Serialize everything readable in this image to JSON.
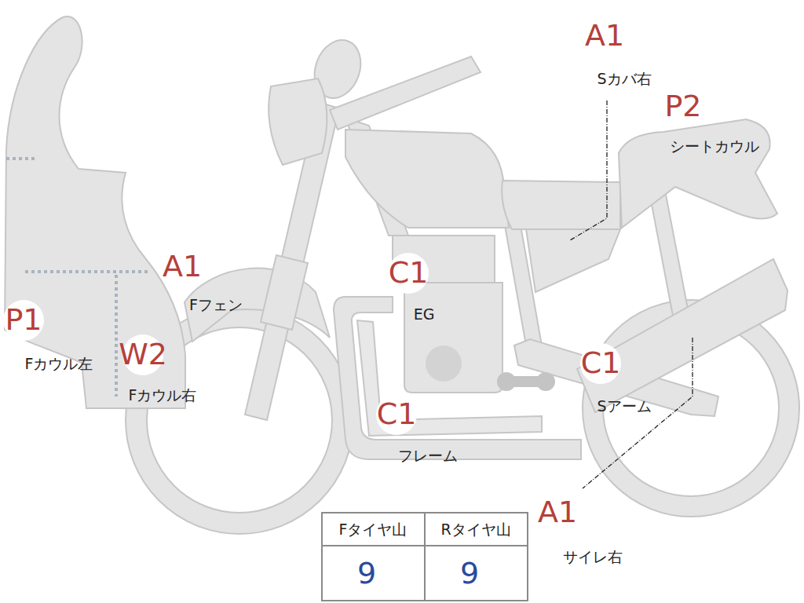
{
  "diagram": {
    "labels": [
      "A1",
      "Sカバ右",
      "P2",
      "シートカウル",
      "A1",
      "Fフェン",
      "C1",
      "EG",
      "P1",
      "Fカウル左",
      "W2",
      "Fカウル右",
      "C1",
      "Sアーム",
      "C1",
      "フレーム",
      "A1",
      "サイレ右",
      "Fタイヤ山",
      "Rタイヤ山",
      "9",
      "9"
    ]
  }
}
